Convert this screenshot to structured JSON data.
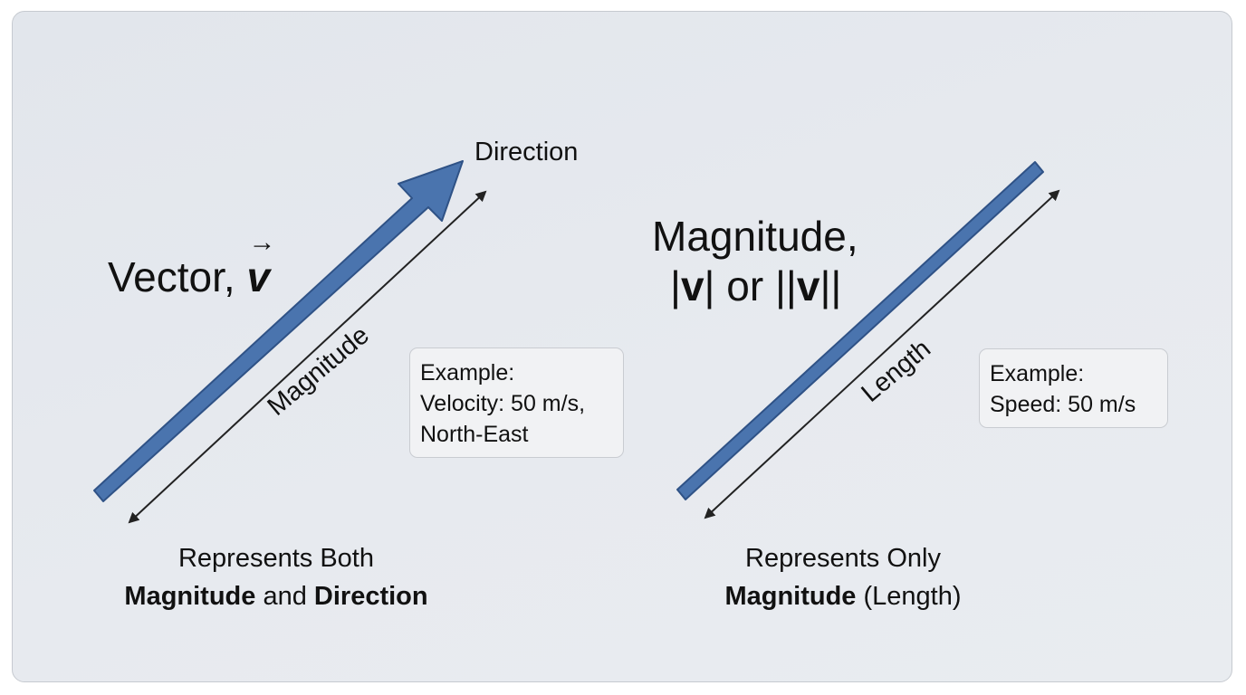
{
  "left": {
    "title": "Vector, ",
    "symbol": "v",
    "arrow_glyph": "→",
    "direction_label": "Direction",
    "magnitude_label": "Magnitude",
    "example": {
      "heading": "Example:",
      "line1": "Velocity: 50 m/s,",
      "line2": "North-East"
    },
    "caption": {
      "line1": "Represents Both",
      "bold1": "Magnitude",
      "join": " and ",
      "bold2": "Direction"
    }
  },
  "right": {
    "title_line1": "Magnitude,",
    "norm_a_open": "|",
    "norm_a_sym": "v",
    "norm_a_close": "|",
    "norm_or": " or ",
    "norm_b_open": "||",
    "norm_b_sym": "v",
    "norm_b_close": "||",
    "length_label": "Length",
    "example": {
      "heading": "Example:",
      "line1": "Speed: 50 m/s"
    },
    "caption": {
      "line1": "Represents Only",
      "bold1": "Magnitude",
      "rest": " (Length)"
    }
  },
  "colors": {
    "vector_fill": "#4a74ae",
    "vector_stroke": "#2f5286",
    "dim_line": "#222222"
  }
}
